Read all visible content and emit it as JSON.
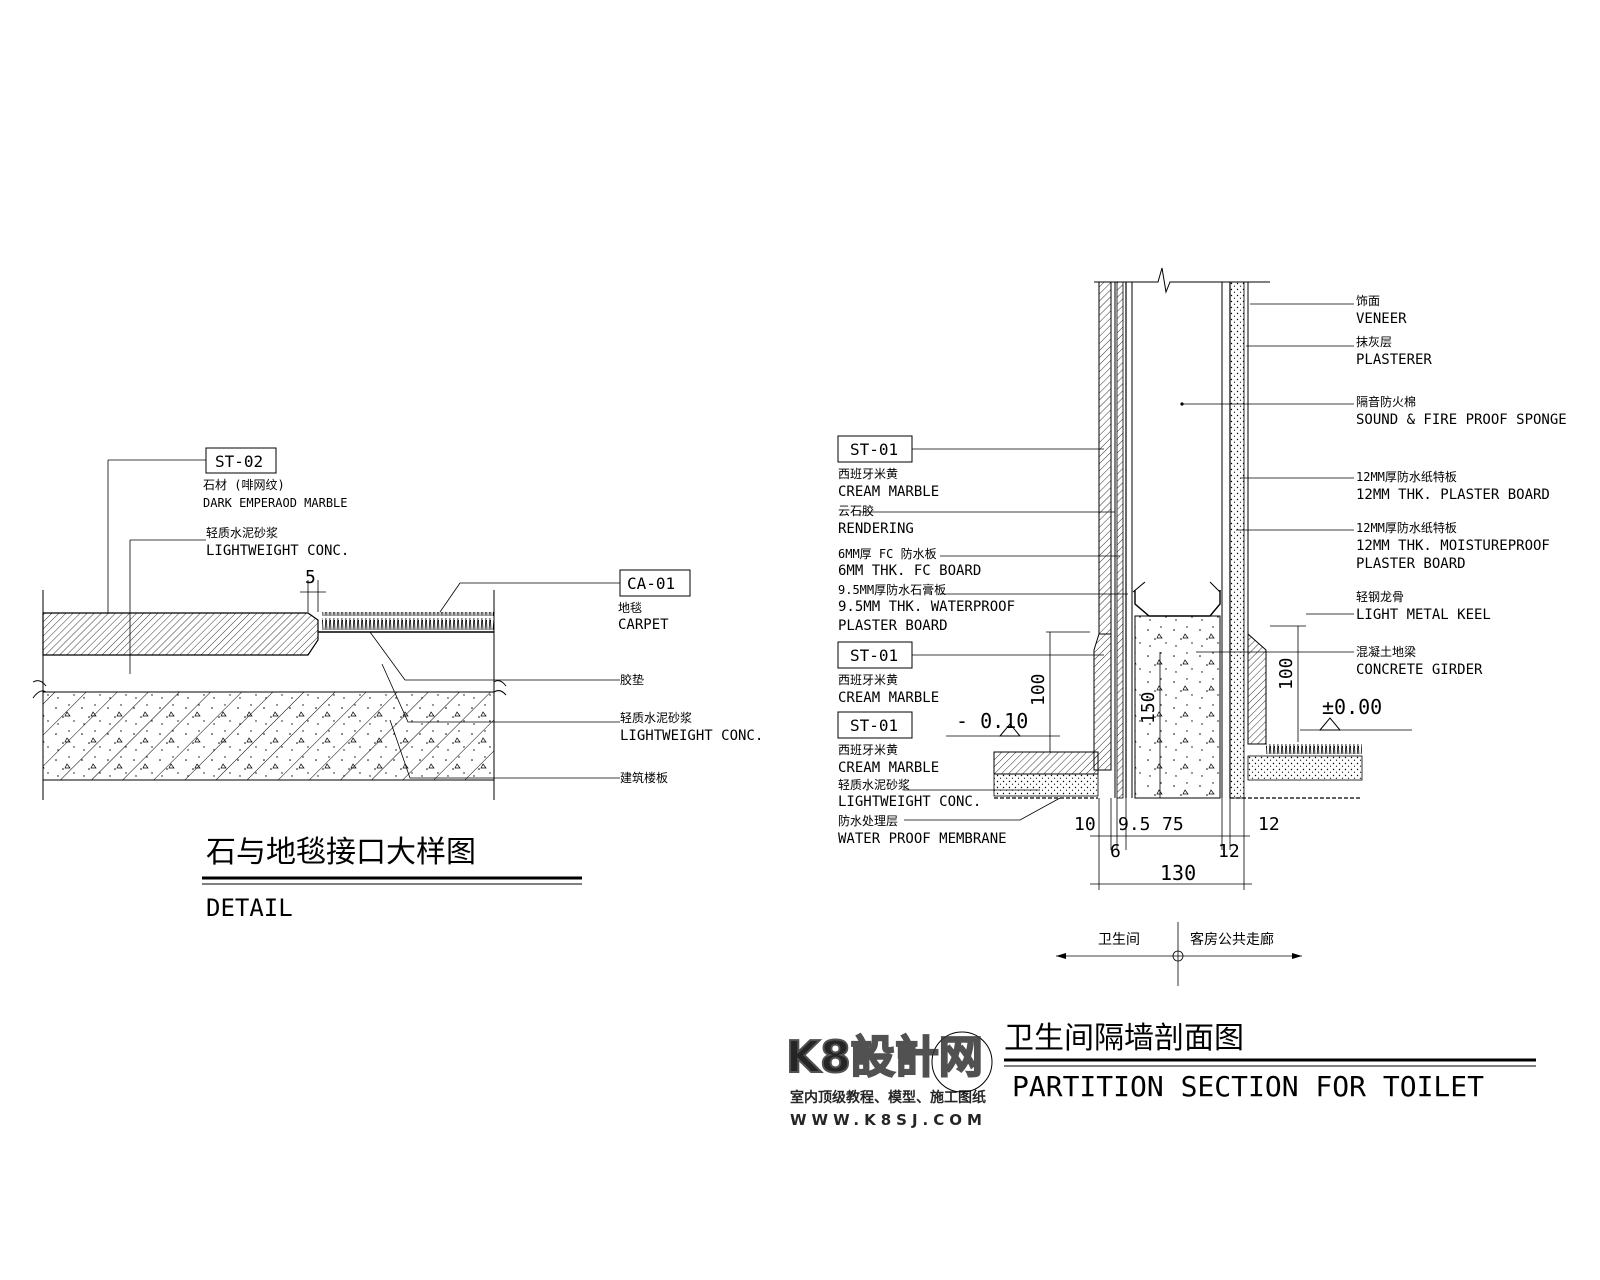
{
  "detail_left": {
    "tag_stone": "ST-02",
    "stone_cn": "石材 (啡网纹)",
    "stone_en": "DARK EMPERAOD MARBLE",
    "conc_cn": "轻质水泥砂浆",
    "conc_en": "LIGHTWEIGHT CONC.",
    "dim_gap": "5",
    "tag_carpet": "CA-01",
    "carpet_cn": "地毯",
    "carpet_en": "CARPET",
    "underlay_cn": "胶垫",
    "conc2_cn": "轻质水泥砂浆",
    "conc2_en": "LIGHTWEIGHT CONC.",
    "slab_cn": "建筑楼板",
    "title_cn": "石与地毯接口大样图",
    "title_en": "DETAIL"
  },
  "detail_right": {
    "veneer_cn": "饰面",
    "veneer_en": "VENEER",
    "plaster_cn": "抹灰层",
    "plaster_en": "PLASTERER",
    "sponge_cn": "隔音防火棉",
    "sponge_en": "SOUND & FIRE PROOF SPONGE",
    "board12_cn": "12MM厚防水纸特板",
    "board12_en": "12MM THK. PLASTER BOARD",
    "moist_cn": "12MM厚防水纸特板",
    "moist_en1": "12MM THK. MOISTUREPROOF",
    "moist_en2": "PLASTER BOARD",
    "keel_cn": "轻钢龙骨",
    "keel_en": "LIGHT METAL KEEL",
    "girder_cn": "混凝土地梁",
    "girder_en": "CONCRETE GIRDER",
    "level_right": "±0.00",
    "dim_100_right": "100",
    "tag_st1": "ST-01",
    "cream1_cn": "西班牙米黄",
    "cream1_en": "CREAM MARBLE",
    "render_cn": "云石胶",
    "render_en": "RENDERING",
    "fc_cn": "6MM厚 FC   防水板",
    "fc_en": "6MM THK. FC BOARD",
    "wp_cn": "9.5MM厚防水石膏板",
    "wp_en1": "9.5MM THK. WATERPROOF",
    "wp_en2": "PLASTER BOARD",
    "tag_st2": "ST-01",
    "cream2_cn": "西班牙米黄",
    "cream2_en": "CREAM MARBLE",
    "tag_st3": "ST-01",
    "cream3_cn": "西班牙米黄",
    "cream3_en": "CREAM MARBLE",
    "level_left": "- 0.10",
    "dim_100_left": "100",
    "dim_150": "150",
    "lwc_cn": "轻质水泥砂浆",
    "lwc_en": "LIGHTWEIGHT CONC.",
    "wpm_cn": "防水处理层",
    "wpm_en": "WATER PROOF MEMBRANE",
    "dim_10": "10",
    "dim_9_5": "9.5",
    "dim_75": "75",
    "dim_12a": "12",
    "dim_6": "6",
    "dim_12b": "12",
    "dim_130": "130",
    "room_left": "卫生间",
    "room_right": "客房公共走廊",
    "title_cn": "卫生间隔墙剖面图",
    "title_en": "PARTITION SECTION FOR TOILET"
  },
  "watermark": {
    "logo": "K8設計网",
    "tagline": "室内顶级教程、模型、施工图纸",
    "url": "WWW.K8SJ.COM"
  }
}
